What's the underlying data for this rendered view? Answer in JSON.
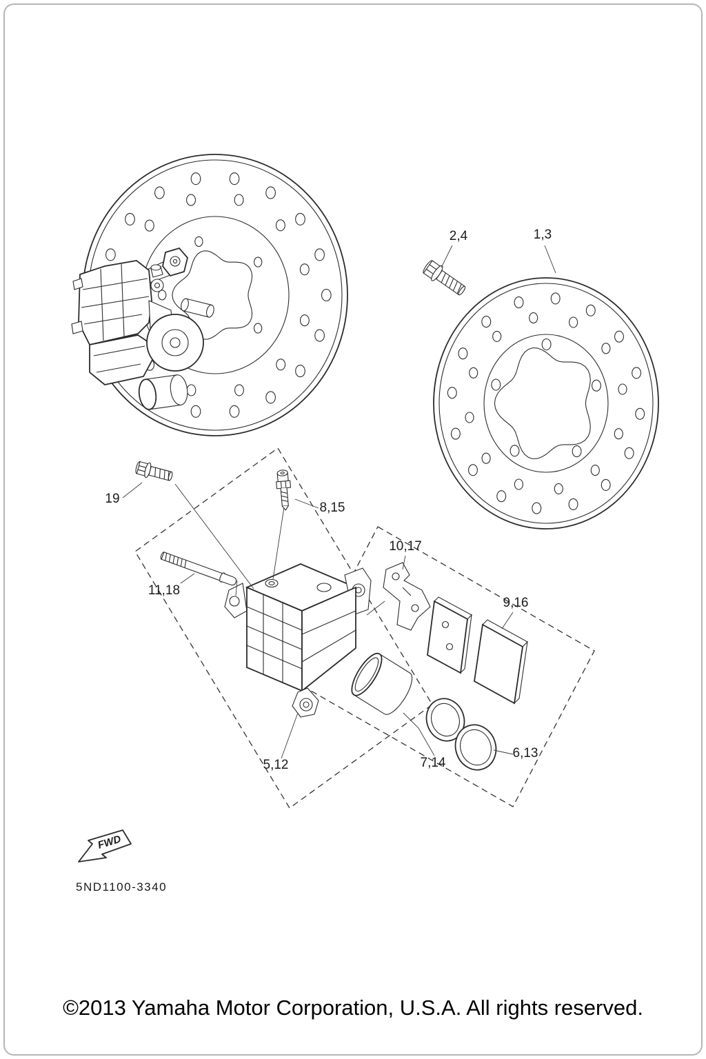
{
  "diagram": {
    "labels": {
      "bolt_24": "2,4",
      "disc_13": "1,3",
      "bolt_19": "19",
      "bleed_815": "8,15",
      "pin_1118": "11,18",
      "retainer_1017": "10,17",
      "pads_916": "9,16",
      "caliper_512": "5,12",
      "piston_714": "7,14",
      "seals_613": "6,13"
    },
    "fwd": "FWD",
    "part_code": "5ND1100-3340",
    "copyright": "©2013 Yamaha Motor Corporation, U.S.A. All rights reserved."
  },
  "colors": {
    "line": "#2b2b2b",
    "background": "#ffffff",
    "border": "#b5b5b5"
  }
}
